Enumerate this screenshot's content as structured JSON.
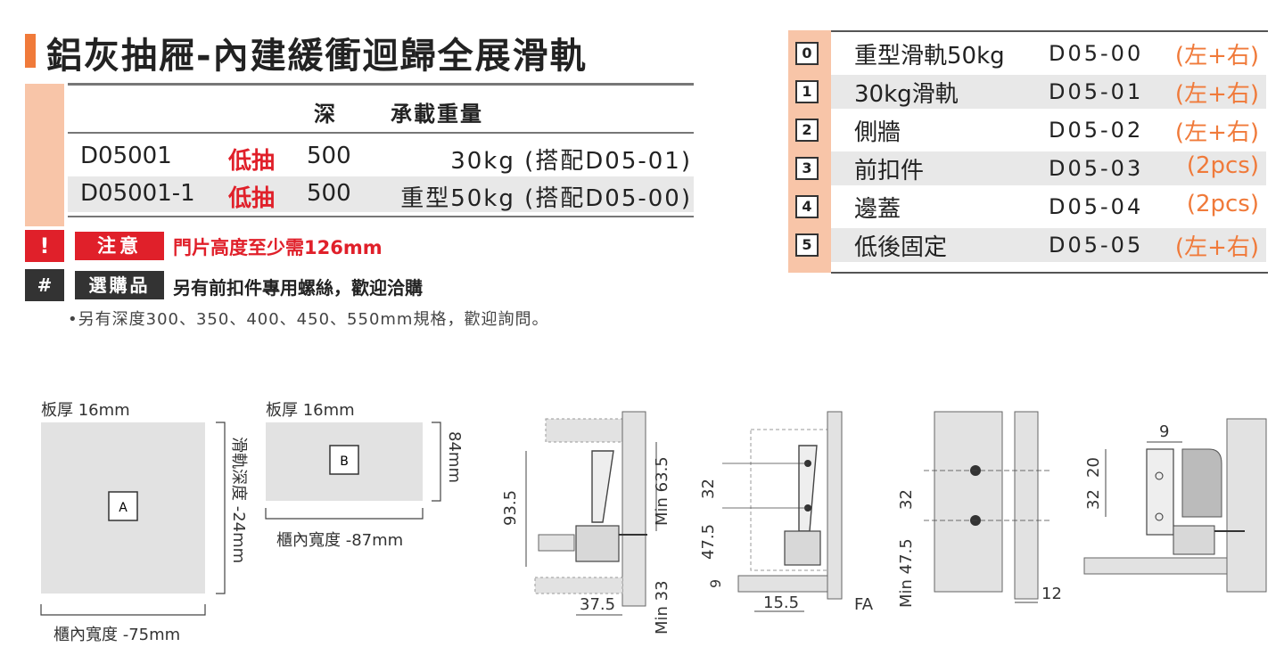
{
  "title": "鋁灰抽屜-內建緩衝迴歸全展滑軌",
  "spec_table": {
    "headers": {
      "depth": "深",
      "load": "承載重量"
    },
    "rows": [
      {
        "code": "D05001",
        "type": "低抽",
        "depth": "500",
        "load": "30kg (搭配D05-01)"
      },
      {
        "code": "D05001-1",
        "type": "低抽",
        "depth": "500",
        "load": "重型50kg (搭配D05-00)"
      }
    ]
  },
  "warning": {
    "icon": "!",
    "label": "注意",
    "text": "門片高度至少需126mm"
  },
  "optional": {
    "icon": "#",
    "label": "選購品",
    "text": "另有前扣件專用螺絲，歡迎洽購"
  },
  "note": "•另有深度300、350、400、450、550mm規格，歡迎詢問。",
  "parts": [
    {
      "num": "0",
      "name": "重型滑軌50kg",
      "code": "D05-00",
      "qty": "(左+右)"
    },
    {
      "num": "1",
      "name": "30kg滑軌",
      "code": "D05-01",
      "qty": "(左+右)"
    },
    {
      "num": "2",
      "name": "側牆",
      "code": "D05-02",
      "qty": "(左+右)"
    },
    {
      "num": "3",
      "name": "前扣件",
      "code": "D05-03",
      "qty": "(2pcs)"
    },
    {
      "num": "4",
      "name": "邊蓋",
      "code": "D05-04",
      "qty": "(2pcs)"
    },
    {
      "num": "5",
      "name": "低後固定",
      "code": "D05-05",
      "qty": "(左+右)"
    }
  ],
  "diagrams": {
    "a": {
      "thickness": "板厚 16mm",
      "mark": "A",
      "side": "滑軌深度 -24mm",
      "bottom": "櫃內寬度 -75mm"
    },
    "b": {
      "thickness": "板厚 16mm",
      "mark": "B",
      "side": "84mm",
      "bottom": "櫃內寬度 -87mm"
    },
    "c": {
      "h": "93.5",
      "min_top": "Min 63.5",
      "min_bot": "Min 33",
      "w": "37.5"
    },
    "d": {
      "d1": "32",
      "d2": "47.5",
      "d3": "9",
      "w": "15.5",
      "fa": "FA"
    },
    "e": {
      "d1": "32",
      "d2": "Min 47.5",
      "w": "12"
    },
    "f": {
      "d1": "9",
      "d2": "20",
      "d3": "32"
    }
  }
}
